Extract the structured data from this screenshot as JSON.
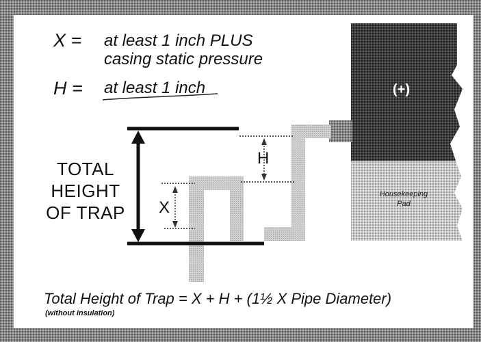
{
  "definitions": {
    "x_symbol": "X =",
    "x_line1": "at least 1 inch PLUS",
    "x_line2": "casing static pressure",
    "h_symbol": "H =",
    "h_text": "at least 1 inch"
  },
  "total_height_label": {
    "line1": "TOTAL",
    "line2": "HEIGHT",
    "line3": "OF TRAP"
  },
  "dimension_labels": {
    "h": "H",
    "x": "X"
  },
  "equipment": {
    "casing_pressure_mark": "(+)",
    "pad_line1": "Housekeeping",
    "pad_line2": "Pad"
  },
  "formula": {
    "text": "Total Height of Trap =  X + H + (1½ X Pipe Diameter)",
    "note": "(without insulation)"
  }
}
